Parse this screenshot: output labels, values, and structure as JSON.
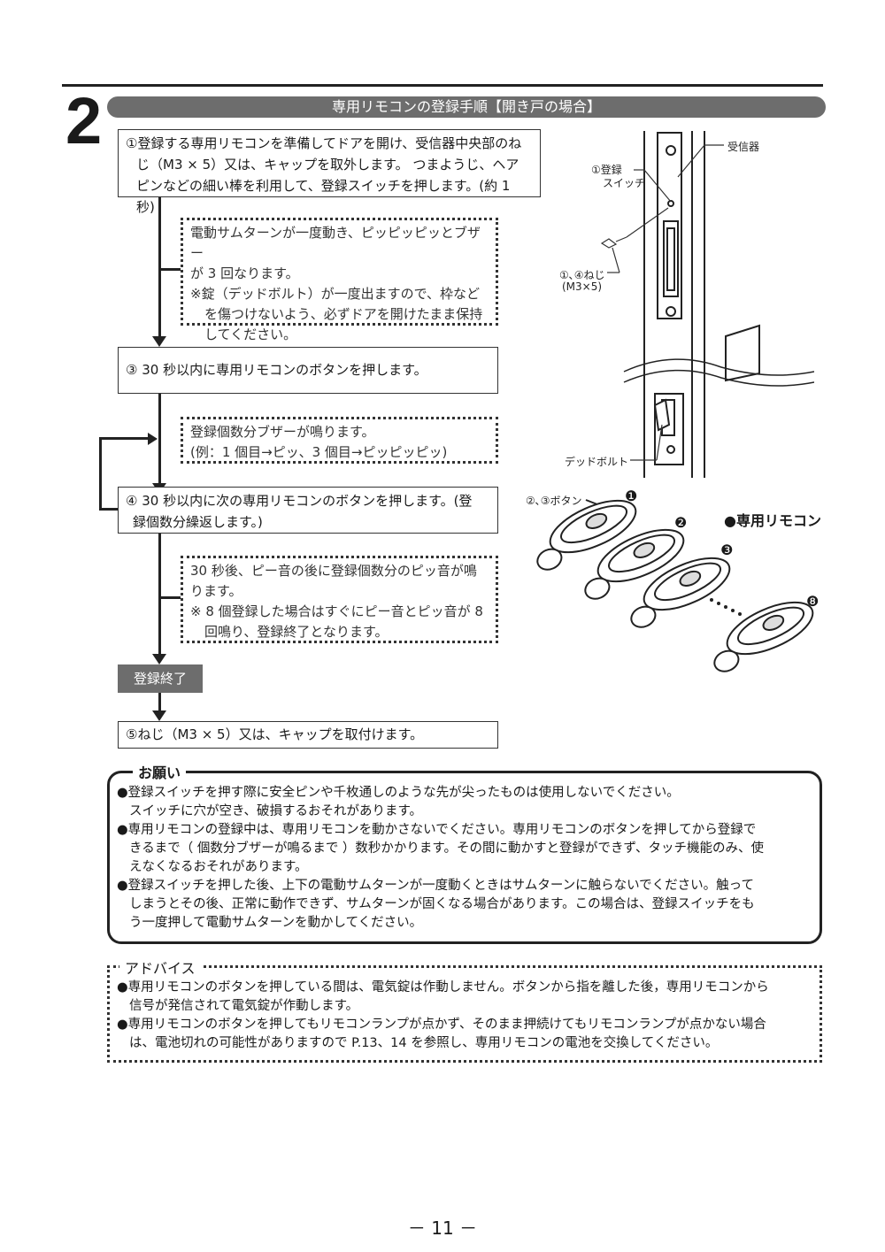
{
  "section": {
    "number": "2",
    "title": "専用リモコンの登録手順【開き戸の場合】"
  },
  "steps": {
    "step1": [
      "①登録する専用リモコンを準備してドアを開け、受信器中央部のね",
      "じ（M3 × 5）又は、キャップを取外します。 つまようじ、ヘア",
      "ピンなどの細い棒を利用して、登録スイッチを押します。(約 1 秒)"
    ],
    "note1": [
      "電動サムターンが一度動き、ピッピッピッとブザー",
      "が 3 回なります。",
      "※錠（デッドボルト）が一度出ますので、枠など",
      "を傷つけないよう、必ずドアを開けたまま保持",
      "してください。"
    ],
    "step3": "③ 30 秒以内に専用リモコンのボタンを押します。",
    "note2": [
      "登録個数分ブザーが鳴ります。",
      "(例：1 個目→ピッ、3 個目→ピッピッピッ)"
    ],
    "step4": [
      "④ 30 秒以内に次の専用リモコンのボタンを押します。(登",
      "録個数分繰返します。)"
    ],
    "note3": [
      "30 秒後、ピー音の後に登録個数分のピッ音が鳴",
      "ります。",
      "※ 8 個登録した場合はすぐにピー音とピッ音が 8",
      "回鳴り、登録終了となります。"
    ],
    "end": "登録終了",
    "step5": "⑤ねじ（M3 × 5）又は、キャップを取付けます。"
  },
  "diagram": {
    "receiver": "受信器",
    "switch_line1": "①登録",
    "switch_line2": "スイッチ",
    "screw_line1": "①､④ねじ",
    "screw_line2": "(M3×5)",
    "deadbolt": "デッドボルト",
    "button": "②､③ボタン",
    "remote_title": "●専用リモコン",
    "remote_numbers": [
      "❶",
      "❷",
      "❸",
      "❽"
    ]
  },
  "notice": {
    "label": "お願い",
    "items": [
      [
        "●登録スイッチを押す際に安全ピンや千枚通しのような先が尖ったものは使用しないでください。",
        "スイッチに穴が空き、破損するおそれがあります。"
      ],
      [
        "●専用リモコンの登録中は、専用リモコンを動かさないでください。専用リモコンのボタンを押してから登録で",
        "きるまで（ 個数分ブザーが鳴るまで ）数秒かかります。その間に動かすと登録ができず、タッチ機能のみ、使",
        "えなくなるおそれがあります。"
      ],
      [
        "●登録スイッチを押した後、上下の電動サムターンが一度動くときはサムターンに触らないでください。触って",
        "しまうとその後、正常に動作できず、サムターンが固くなる場合があります。この場合は、登録スイッチをも",
        "う一度押して電動サムターンを動かしてください。"
      ]
    ]
  },
  "advice": {
    "label": "アドバイス",
    "items": [
      [
        "●専用リモコンのボタンを押している間は、電気錠は作動しません。ボタンから指を離した後，専用リモコンから",
        "信号が発信されて電気錠が作動します。"
      ],
      [
        "●専用リモコンのボタンを押してもリモコンランプが点かず、そのまま押続けてもリモコンランプが点かない場合",
        "は、電池切れの可能性がありますので P.13、14 を参照し、専用リモコンの電池を交換してください。"
      ]
    ]
  },
  "page_number": "－ 11 －"
}
